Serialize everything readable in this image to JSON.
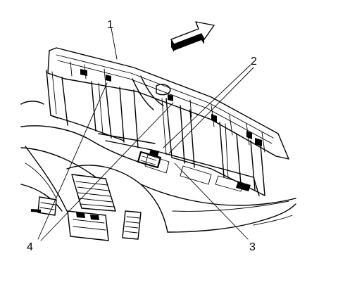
{
  "callouts": [
    {
      "id": "1",
      "label": "1"
    },
    {
      "id": "2",
      "label": "2"
    },
    {
      "id": "3",
      "label": "3"
    },
    {
      "id": "4",
      "label": "4"
    }
  ],
  "arrow": {
    "icon": "direction-arrow-icon"
  }
}
